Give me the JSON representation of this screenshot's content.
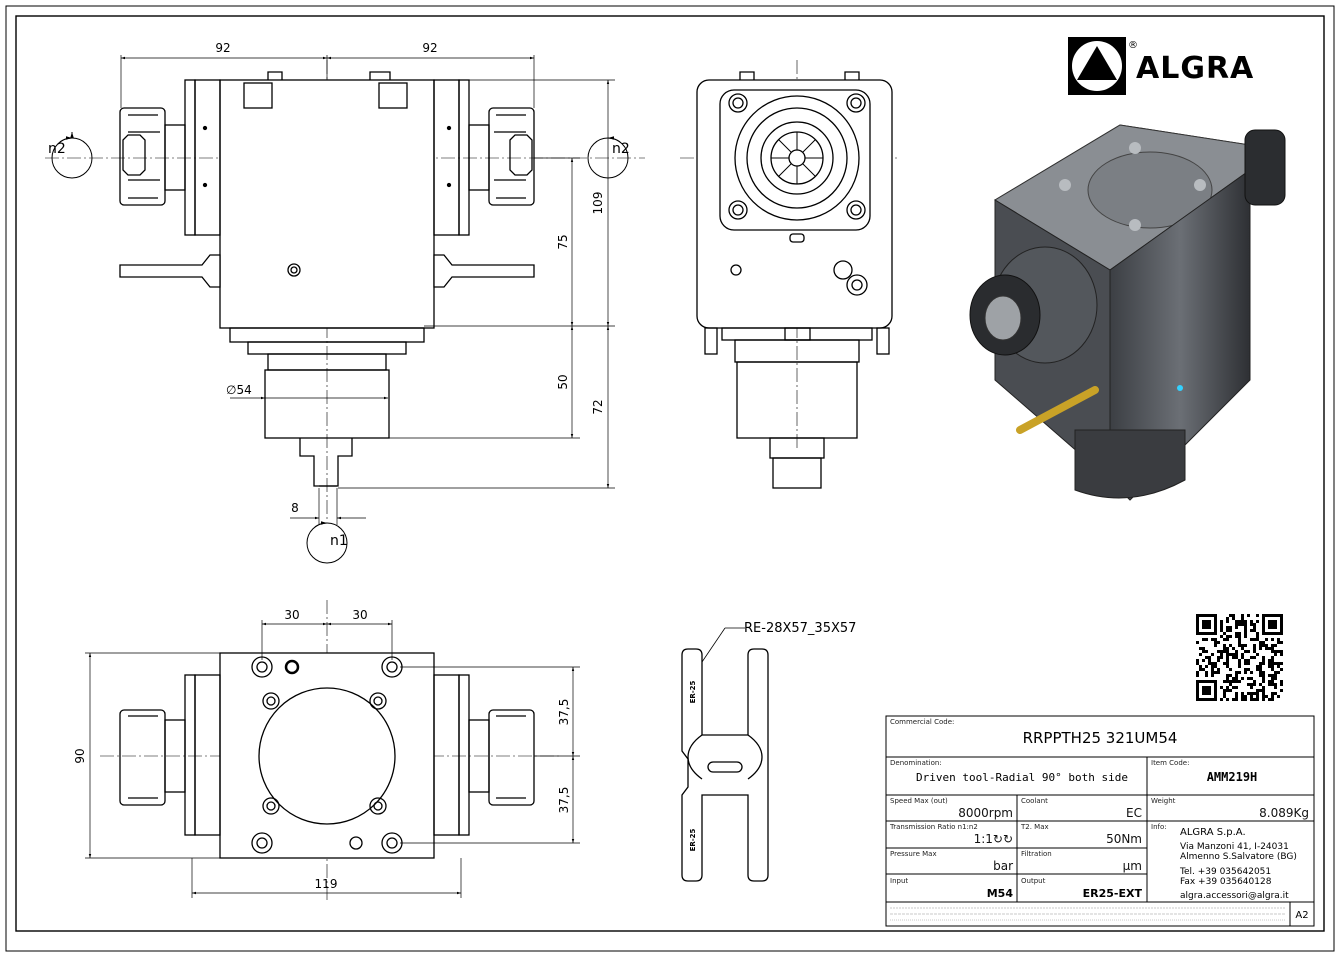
{
  "brand": {
    "name": "ALGRA",
    "registered": "®"
  },
  "dimensions": {
    "left_width": "92",
    "right_width": "92",
    "height_total": "109",
    "height_upper": "75",
    "height_lower": "50",
    "height_shank": "72",
    "diameter": "∅54",
    "spindle_width": "8",
    "bottom_left_offset": "30",
    "bottom_right_offset": "30",
    "bottom_height": "90",
    "bottom_upper": "37,5",
    "bottom_lower": "37,5",
    "bottom_width": "119"
  },
  "rotation_labels": {
    "left": "n2",
    "right": "n2",
    "bottom": "n1"
  },
  "section": {
    "label": "RE-28X57_35X57",
    "marks": [
      "ER-25",
      "ER-25"
    ]
  },
  "title_block": {
    "commercial_code_label": "Commercial Code:",
    "commercial_code": "RRPPTH25 321UM54",
    "denomination_label": "Denomination:",
    "denomination": "Driven tool-Radial 90° both side",
    "item_code_label": "Item Code:",
    "item_code": "AMM219H",
    "speed_label": "Speed Max (out)",
    "speed": "8000rpm",
    "coolant_label": "Coolant",
    "coolant": "EC",
    "weight_label": "Weight",
    "weight": "8.089Kg",
    "ratio_label": "Transmission Ratio n1:n2",
    "ratio": "1:1↻↻",
    "torque_label": "T2. Max",
    "torque": "50Nm",
    "pressure_label": "Pressure Max",
    "pressure": "bar",
    "filtration_label": "Filtration",
    "filtration": "µm",
    "input_label": "Input",
    "input": "M54",
    "output_label": "Output",
    "output": "ER25-EXT",
    "info_label": "Info:",
    "company": "ALGRA S.p.A.",
    "address1": "Via Manzoni 41, I-24031",
    "address2": "Almenno S.Salvatore (BG)",
    "tel": "Tel. +39 035642051",
    "fax": "Fax +39 035640128",
    "email": "algra.accessori@algra.it",
    "sheet_size": "A2"
  }
}
